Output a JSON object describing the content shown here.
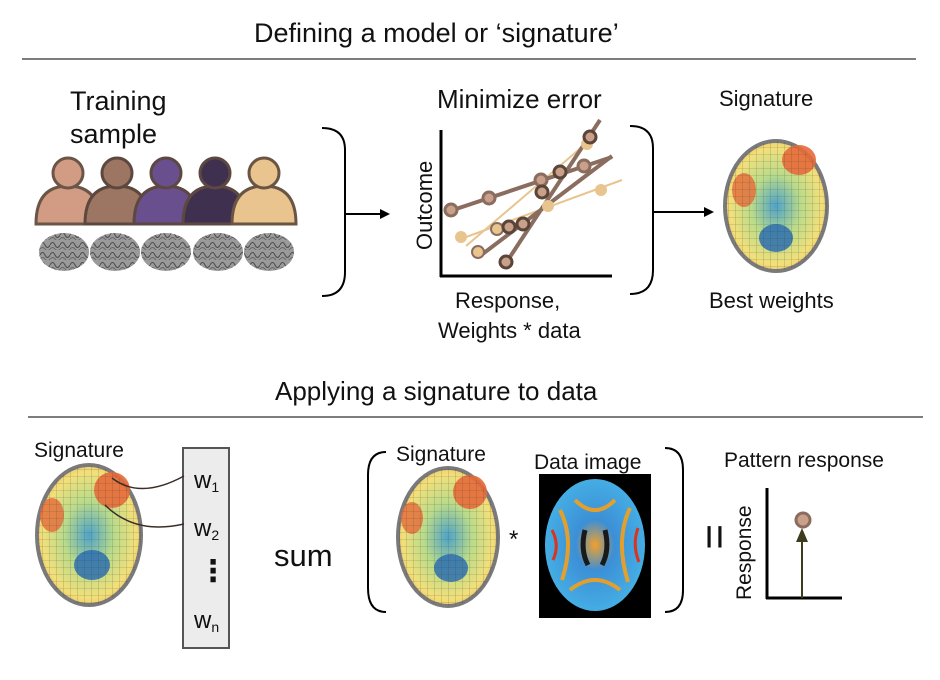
{
  "section1": {
    "title": "Defining a model or ‘signature’",
    "training_label_line1": "Training",
    "training_label_line2": "sample",
    "minimize_title": "Minimize error",
    "y_axis_label": "Outcome",
    "x_axis_label_line1": "Response,",
    "x_axis_label_line2": "Weights * data",
    "signature_label": "Signature",
    "best_weights_label": "Best weights"
  },
  "section2": {
    "title": "Applying a signature to data",
    "signature_label_left": "Signature",
    "weights": [
      {
        "base": "w",
        "sub": "1"
      },
      {
        "base": "w",
        "sub": "2"
      },
      {
        "base": "w",
        "sub": "n"
      }
    ],
    "ellipsis": "⋮",
    "sum_label": "sum",
    "signature_label_mid": "Signature",
    "multiply_symbol": "*",
    "data_image_label": "Data image",
    "equals_symbol": "=",
    "pattern_response_label": "Pattern response",
    "response_axis_label": "Response"
  },
  "colors": {
    "people": [
      "#d29b84",
      "#9c7563",
      "#6a4f8e",
      "#40304f",
      "#e9c48e"
    ],
    "rule": "#7d7d7d",
    "fit_dark": "#8a6d5f",
    "fit_light": "#e8c48f"
  }
}
